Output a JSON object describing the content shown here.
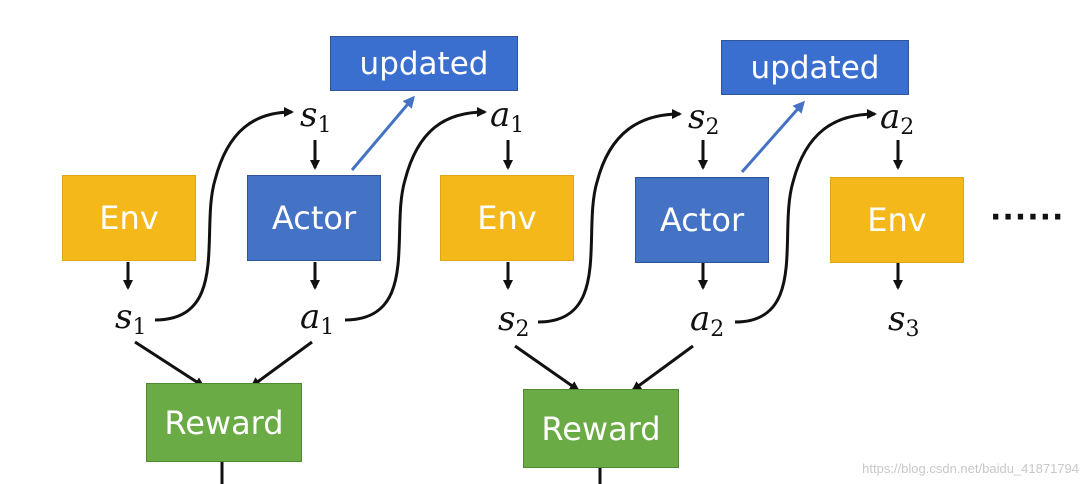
{
  "nodes": {
    "env_label": "Env",
    "actor_label": "Actor",
    "updated_label": "updated",
    "reward_label": "Reward"
  },
  "vars": {
    "s": "s",
    "a": "a",
    "sub1": "1",
    "sub2": "2",
    "sub3": "3"
  },
  "continuation": "······",
  "watermark": "https://blog.csdn.net/baidu_41871794",
  "colors": {
    "env": "#f5b81a",
    "actor": "#4472c4",
    "updated": "#3b6fcf",
    "reward": "#6aab45",
    "update_arrow": "#4472c4"
  }
}
